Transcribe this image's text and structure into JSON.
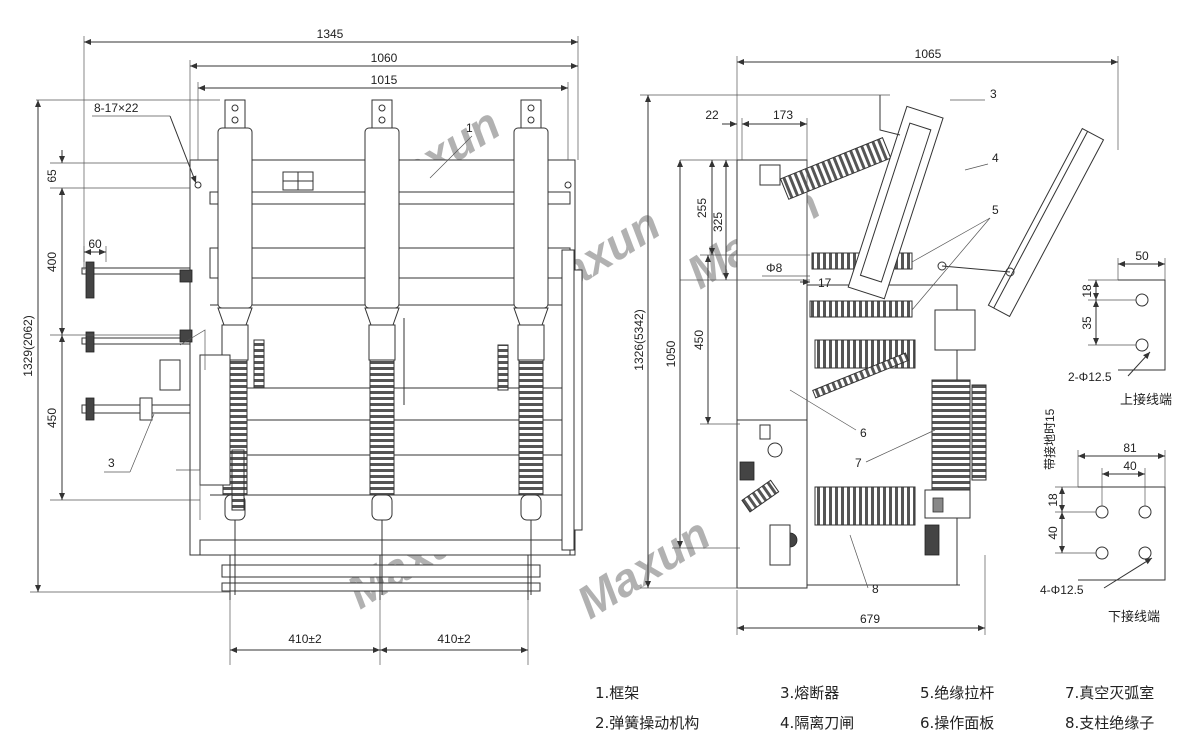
{
  "watermark": "Maxun",
  "front_view": {
    "dims": {
      "overall_width": "1345",
      "frame_width": "1060",
      "pole_span": "1015",
      "holes": "8-17×22",
      "top_offset": "65",
      "upper_section": "400",
      "stub": "60",
      "lower_section": "450",
      "total_height": "1329(2062)",
      "pitch_left": "410±2",
      "pitch_right": "410±2"
    },
    "labels": {
      "one": "1",
      "three": "3"
    }
  },
  "side_view": {
    "dims": {
      "overall_depth": "1065",
      "edge": "22",
      "offset": "173",
      "h255": "255",
      "h325": "325",
      "rod": "Φ8",
      "gap": "17",
      "height_total": "1326(5342)",
      "h1050": "1050",
      "h450": "450",
      "depth_base": "679"
    },
    "labels": {
      "three": "3",
      "four": "4",
      "five": "5",
      "six": "6",
      "seven": "7",
      "eight": "8"
    }
  },
  "upper_terminal": {
    "width": "50",
    "d18": "18",
    "d35": "35",
    "holes": "2-Φ12.5",
    "caption": "上接线端"
  },
  "lower_terminal": {
    "note": "带接地时15",
    "w81": "81",
    "w40": "40",
    "d18": "18",
    "d40": "40",
    "holes": "4-Φ12.5",
    "caption": "下接线端"
  },
  "legend": [
    "1.框架",
    "3.熔断器",
    "5.绝缘拉杆",
    "7.真空灭弧室",
    "2.弹簧操动机构",
    "4.隔离刀闸",
    "6.操作面板",
    "8.支柱绝缘子"
  ]
}
